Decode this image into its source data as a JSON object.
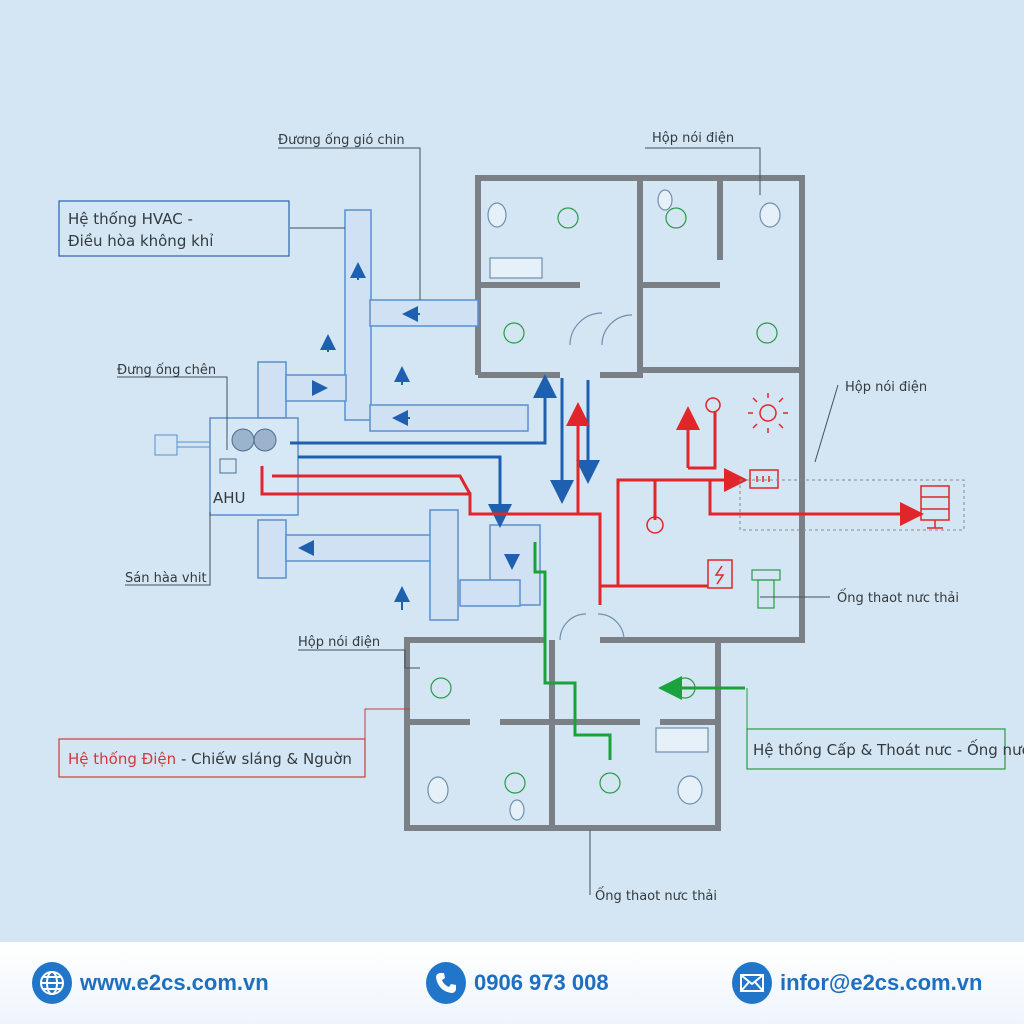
{
  "labels": {
    "duct_top": "Đương ống gió chin",
    "hvac_line1": "Hệ thống HVAC -",
    "hvac_line2": "Điều hòa không khỉ",
    "duct_vertical": "Đưng ống chên",
    "ahu": "AHU",
    "floor_label": "Sán hàa vhit",
    "junction_top": "Hộp nói điện",
    "junction_right": "Hộp nói điện",
    "junction_bottom": "Hộp nói điện",
    "drain_right": "Ống thaot nưc thải",
    "drain_bottom": "Ống thaot nưc thải",
    "electric_red": "Hệ thống Điện",
    "electric_rest": " - Chiếw sláng & Nguờn",
    "water_system": "Hệ thống Cấp & Thoát nưc - Ống nưc"
  },
  "colors": {
    "hvac": "#1f5fb0",
    "electric": "#e0262a",
    "water": "#1aa33a",
    "wall": "#7b8086",
    "duct": "#5a8fd0"
  },
  "footer": {
    "website": "www.e2cs.com.vn",
    "phone": "0906 973 008",
    "email": "infor@e2cs.com.vn"
  }
}
